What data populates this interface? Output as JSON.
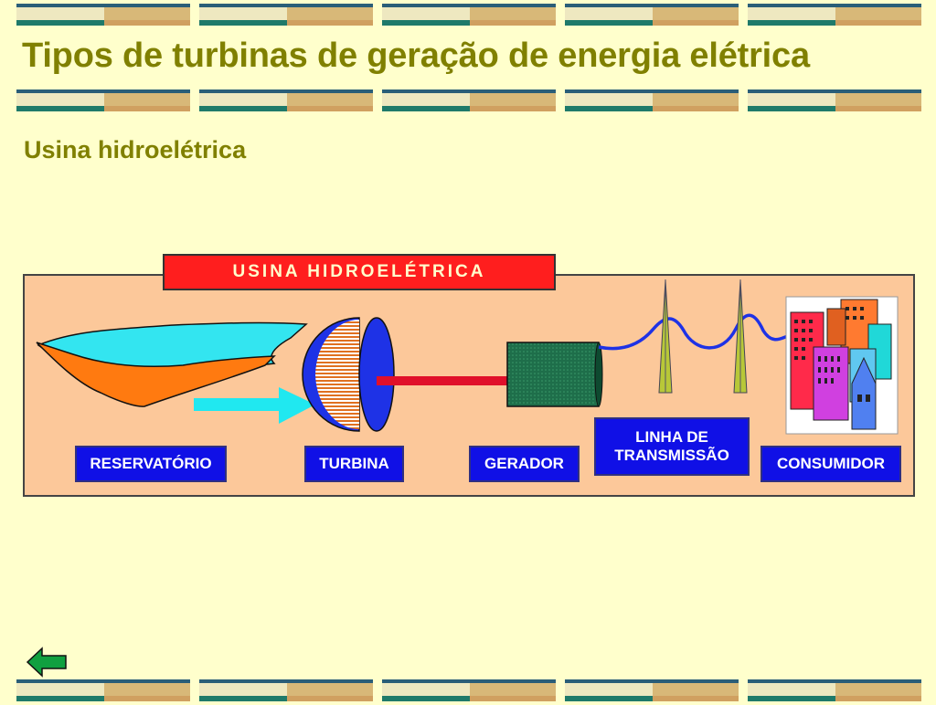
{
  "header": {
    "title": "Tipos de turbinas de geração de energia elétrica"
  },
  "section": {
    "subtitle": "Usina hidroelétrica"
  },
  "diagram": {
    "banner": "USINA HIDROELÉTRICA",
    "labels": {
      "reservoir": "RESERVATÓRIO",
      "turbine": "TURBINA",
      "generator": "GERADOR",
      "transmission_line_1": "LINHA DE",
      "transmission_line_2": "TRANSMISSÃO",
      "consumer": "CONSUMIDOR"
    }
  },
  "nav": {
    "back_icon": "back-arrow-icon"
  },
  "colors": {
    "background": "#FFFFCC",
    "title": "#808000",
    "banner": "#FF1E1E",
    "label_box": "#1010E6",
    "diagram_bg": "#FCC89A"
  }
}
